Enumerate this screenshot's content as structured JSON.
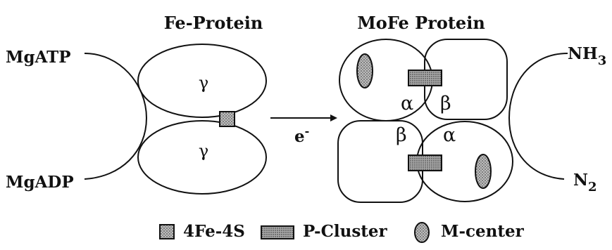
{
  "fe_protein": {
    "title": "Fe-Protein",
    "subunit_top": "γ",
    "subunit_bottom": "γ"
  },
  "mofe_protein": {
    "title": "MoFe Protein",
    "top_left": "α",
    "top_right": "β",
    "bottom_left": "β",
    "bottom_right": "α"
  },
  "inputs": {
    "top": "MgATP",
    "bottom": "MgADP"
  },
  "outputs": {
    "top_main": "NH",
    "top_sub": "3",
    "bottom_main": "N",
    "bottom_sub": "2"
  },
  "electron": {
    "label": "e",
    "sup": "-"
  },
  "legend": {
    "item1": "4Fe-4S",
    "item2": "P-Cluster",
    "item3": "M-center"
  },
  "colors": {
    "ink": "#111111",
    "background": "#ffffff"
  }
}
